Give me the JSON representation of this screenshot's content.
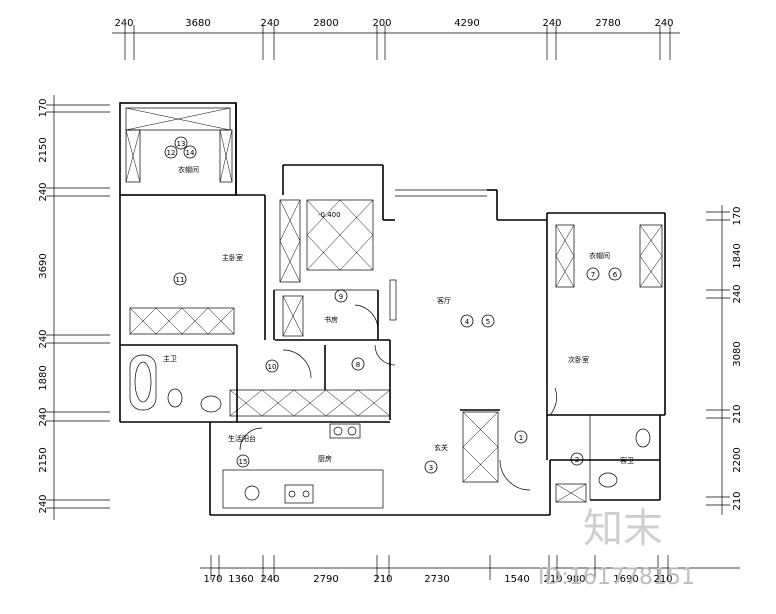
{
  "dims": {
    "top": [
      "240",
      "3680",
      "240",
      "2800",
      "200",
      "4290",
      "240",
      "2780",
      "240"
    ],
    "bottom": [
      "170",
      "1360",
      "240",
      "2790",
      "210",
      "2730",
      "1540",
      "210",
      "980",
      "1690",
      "210"
    ],
    "left": [
      "170",
      "2150",
      "240",
      "3690",
      "240",
      "1880",
      "240",
      "2150",
      "240"
    ],
    "right": [
      "170",
      "1840",
      "240",
      "3080",
      "210",
      "2200",
      "210"
    ]
  },
  "rooms": {
    "master_wardrobe": "衣帽间",
    "master_bedroom": "主卧室",
    "stair_level": "-0.400",
    "study": "书房",
    "master_bath": "主卫",
    "hall": "客厅",
    "kitchen": "厨房",
    "balcony": "生活阳台",
    "secondary_wardrobe": "衣帽间",
    "secondary_bedroom": "次卧室",
    "entry": "玄关",
    "guest_bath": "客卫"
  },
  "markers": [
    "1",
    "2",
    "3",
    "4",
    "5",
    "6",
    "7",
    "8",
    "9",
    "10",
    "11",
    "12",
    "13",
    "14",
    "15"
  ],
  "watermark": {
    "logo": "知末",
    "id": "ID:161778151"
  }
}
